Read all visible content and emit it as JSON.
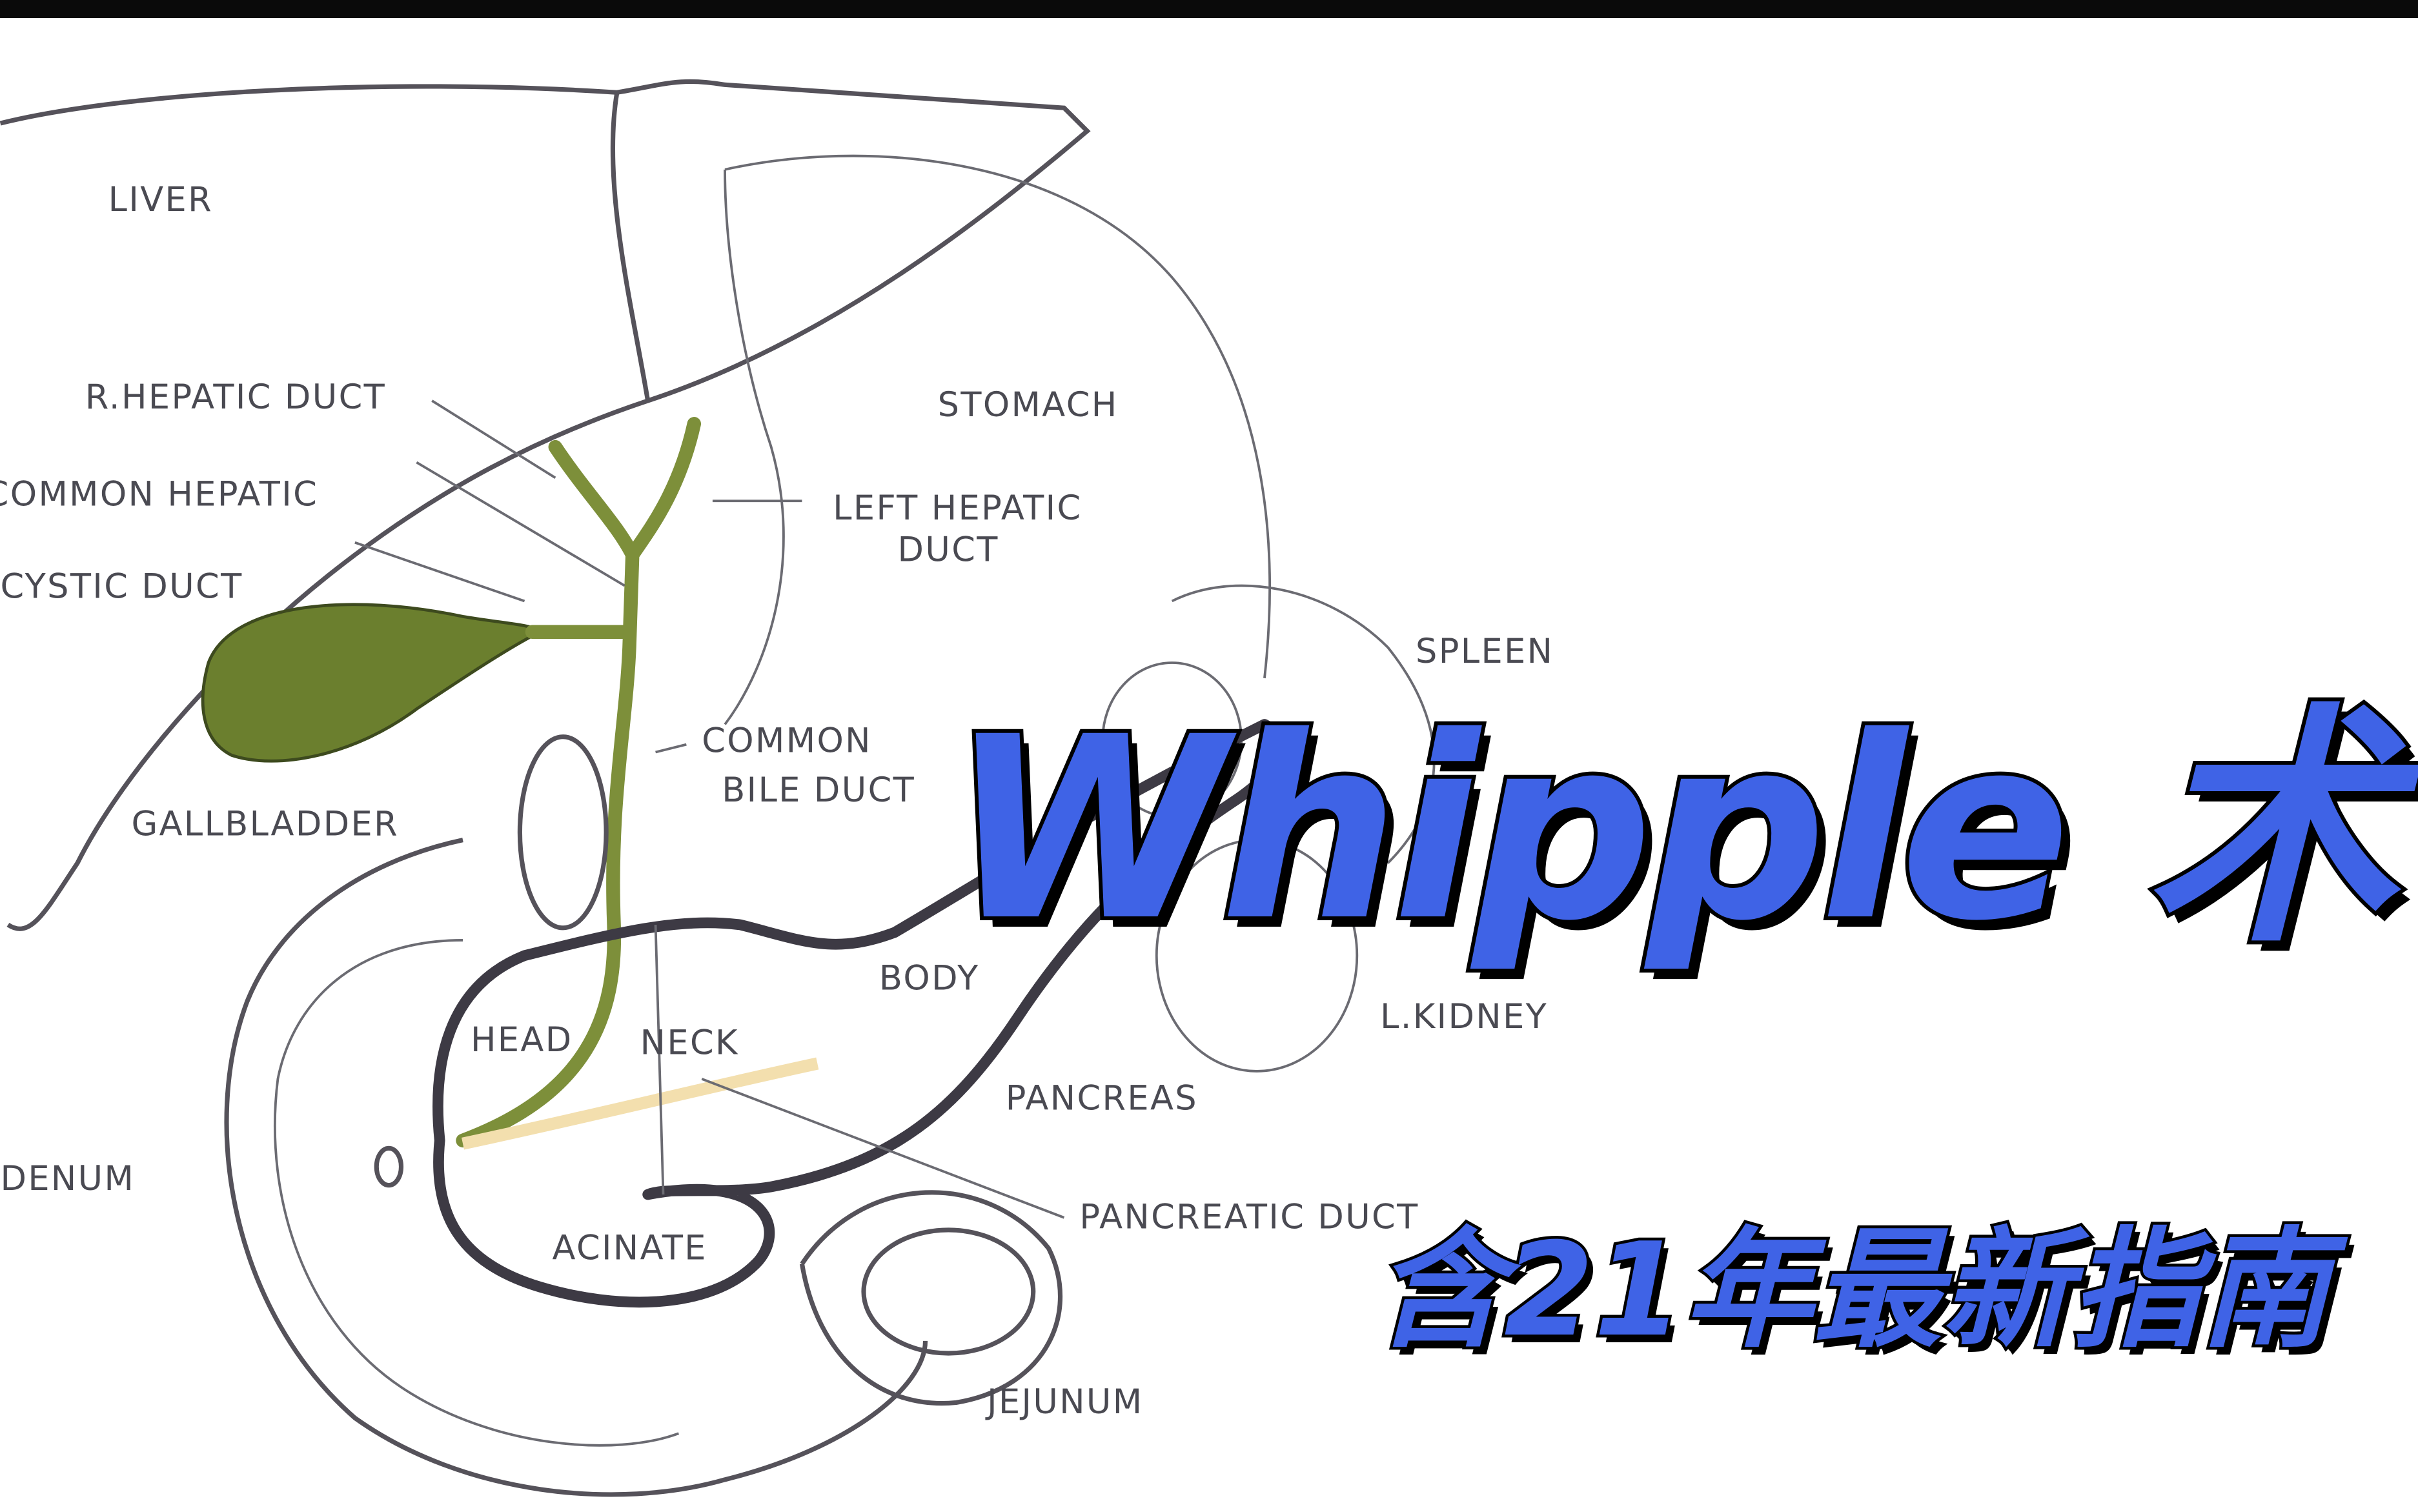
{
  "title": "Whipple 术",
  "subtitle": "含21年最新指南",
  "colors": {
    "title_fill": "#3f63e6",
    "title_outline": "#000000",
    "bile": "#7d8f3a",
    "gallbladder": "#6b7f2e",
    "pancreatic_duct": "#f3dfae"
  },
  "labels": {
    "liver": "LIVER",
    "r_hepatic_duct": "R.HEPATIC DUCT",
    "common_hepatic": "COMMON HEPATIC",
    "cystic_duct": "CYSTIC DUCT",
    "gallbladder": "GALLBLADDER",
    "stomach": "STOMACH",
    "left_hepatic_1": "LEFT HEPATIC",
    "left_hepatic_2": "DUCT",
    "spleen": "SPLEEN",
    "common_bile_1": "COMMON",
    "common_bile_2": "BILE DUCT",
    "body": "BODY",
    "head": "HEAD",
    "neck": "NECK",
    "l_kidney": "L.KIDNEY",
    "pancreas": "PANCREAS",
    "duodenum": "DENUM",
    "acinate": "ACINATE",
    "pancreatic_duct": "PANCREATIC DUCT",
    "jejunum": "JEJUNUM"
  }
}
